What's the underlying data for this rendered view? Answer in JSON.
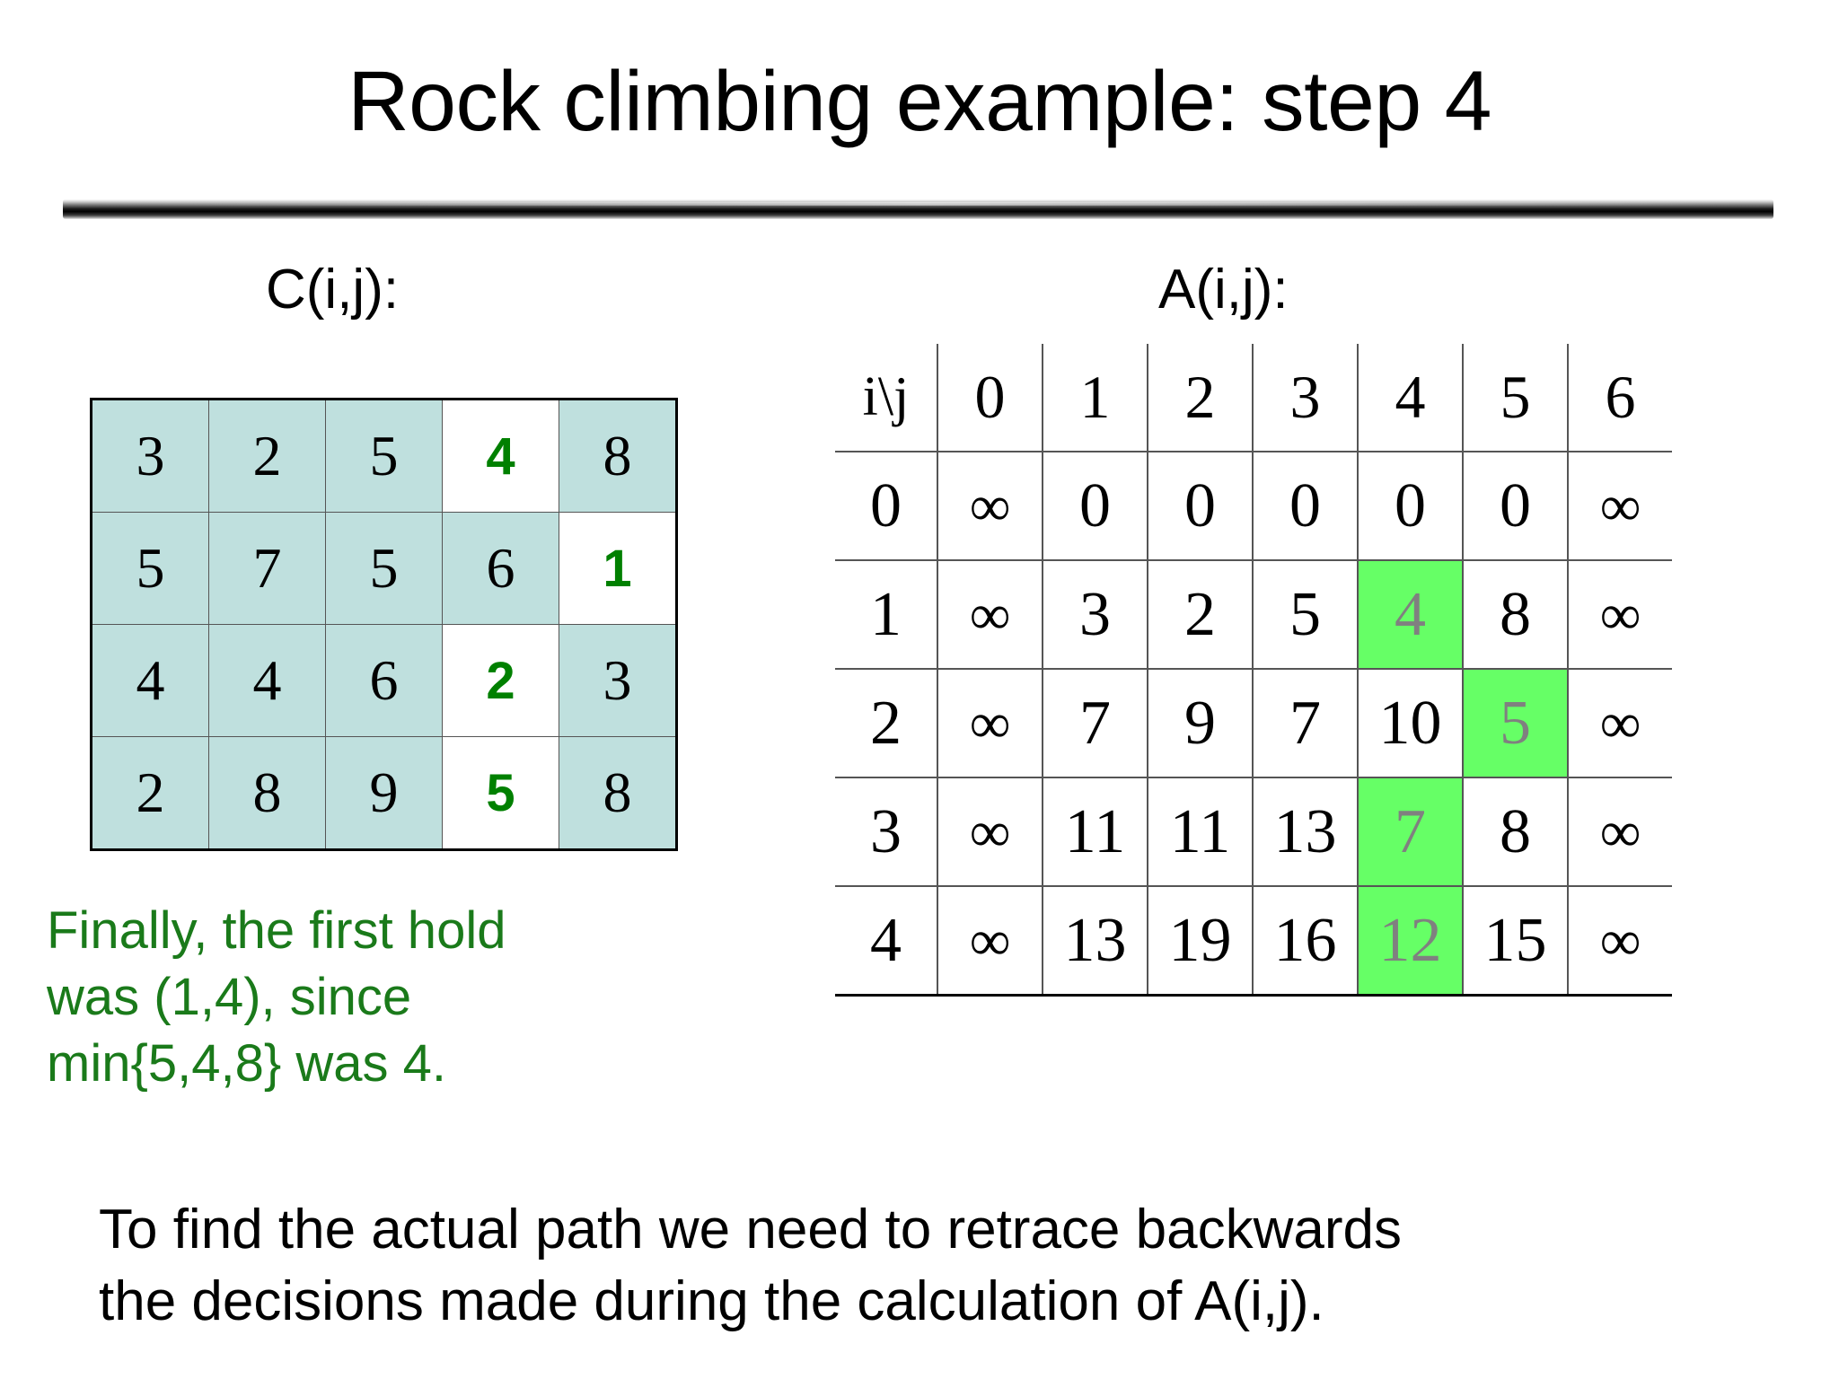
{
  "slide": {
    "title": "Rock climbing example: step 4",
    "divider": "3d-horizontal-rule"
  },
  "labels": {
    "c_matrix": "C(i,j):",
    "a_matrix": "A(i,j):"
  },
  "c_matrix": {
    "rows": [
      [
        {
          "v": "3",
          "hl": false
        },
        {
          "v": "2",
          "hl": false
        },
        {
          "v": "5",
          "hl": false
        },
        {
          "v": "4",
          "hl": true
        },
        {
          "v": "8",
          "hl": false
        }
      ],
      [
        {
          "v": "5",
          "hl": false
        },
        {
          "v": "7",
          "hl": false
        },
        {
          "v": "5",
          "hl": false
        },
        {
          "v": "6",
          "hl": false
        },
        {
          "v": "1",
          "hl": true
        }
      ],
      [
        {
          "v": "4",
          "hl": false
        },
        {
          "v": "4",
          "hl": false
        },
        {
          "v": "6",
          "hl": false
        },
        {
          "v": "2",
          "hl": true
        },
        {
          "v": "3",
          "hl": false
        }
      ],
      [
        {
          "v": "2",
          "hl": false
        },
        {
          "v": "8",
          "hl": false
        },
        {
          "v": "9",
          "hl": false
        },
        {
          "v": "5",
          "hl": true
        },
        {
          "v": "8",
          "hl": false
        }
      ]
    ],
    "cell_fill": "#bfe0de",
    "highlight_fill": "#ffffff",
    "highlight_text": "#008000"
  },
  "a_matrix": {
    "corner_label": "i\\j",
    "col_headers": [
      "0",
      "1",
      "2",
      "3",
      "4",
      "5",
      "6"
    ],
    "row_headers": [
      "0",
      "1",
      "2",
      "3",
      "4"
    ],
    "rows": [
      [
        "∞",
        "0",
        "0",
        "0",
        "0",
        "0",
        "∞"
      ],
      [
        "∞",
        "3",
        "2",
        "5",
        "4",
        "8",
        "∞"
      ],
      [
        "∞",
        "7",
        "9",
        "7",
        "10",
        "5",
        "∞"
      ],
      [
        "∞",
        "11",
        "11",
        "13",
        "7",
        "8",
        "∞"
      ],
      [
        "∞",
        "13",
        "19",
        "16",
        "12",
        "15",
        "∞"
      ]
    ],
    "highlighted_cells": [
      [
        1,
        4
      ],
      [
        2,
        5
      ],
      [
        3,
        4
      ],
      [
        4,
        4
      ]
    ],
    "highlight_fill": "#66ff66",
    "highlight_text": "#808080"
  },
  "caption": {
    "line1": "Finally, the first hold",
    "line2": "was  (1,4), since",
    "line3": "min{5,4,8} was 4.",
    "color": "#1a7a1a"
  },
  "bottom_note": {
    "line1": "To find the actual path we need to retrace backwards",
    "line2": "the decisions made during the calculation of A(i,j)."
  }
}
